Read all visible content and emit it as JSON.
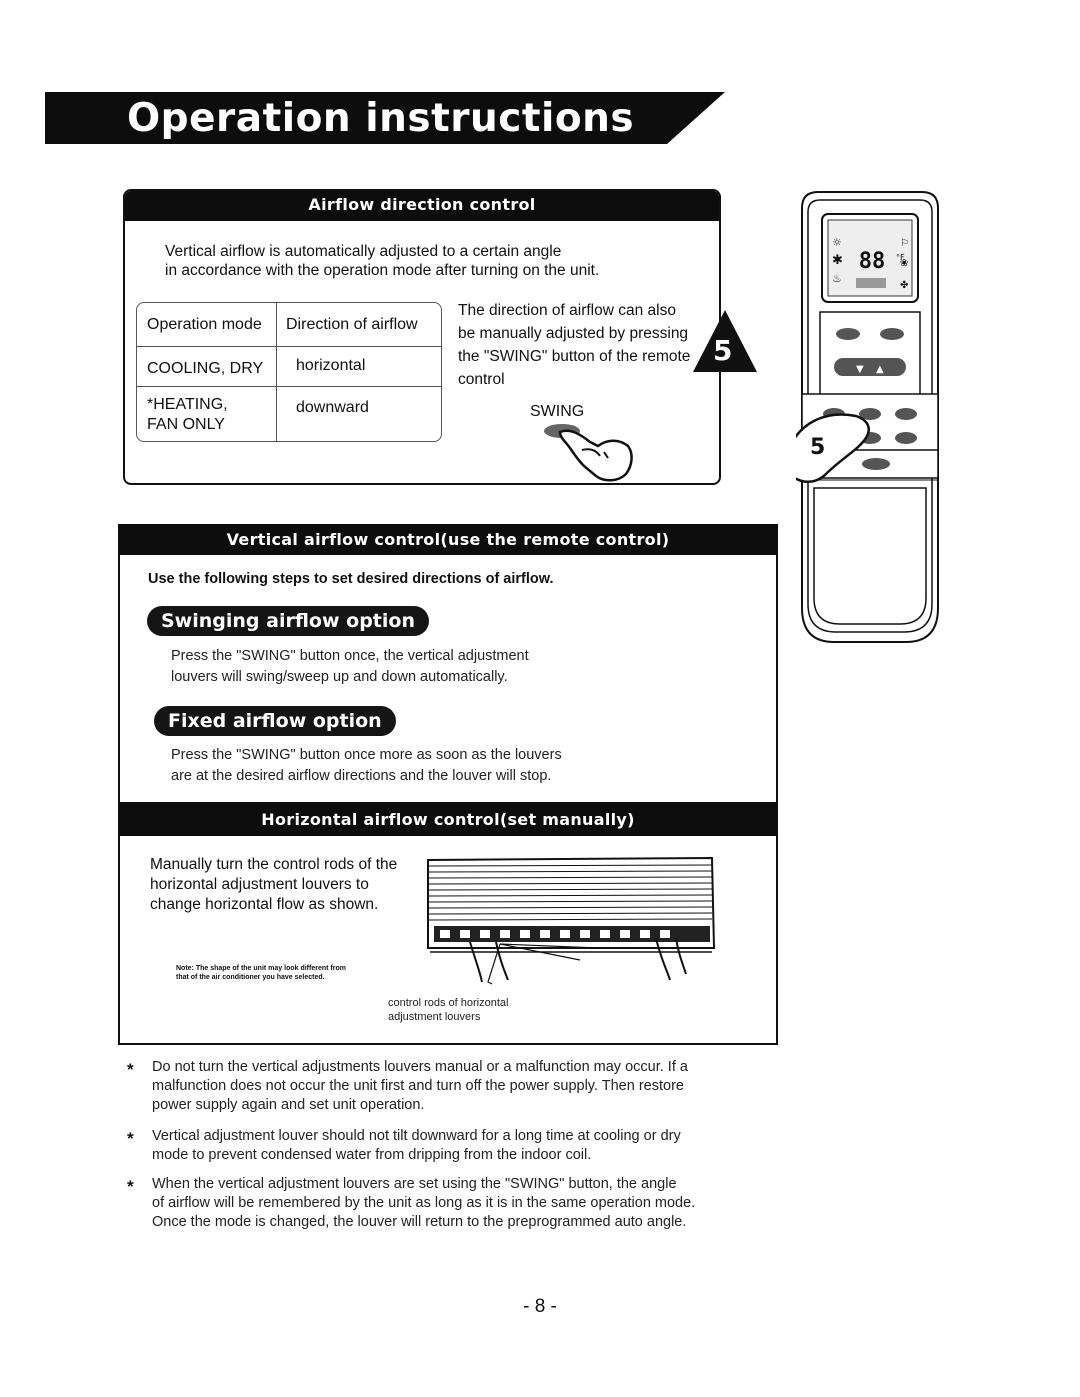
{
  "title": "Operation instructions",
  "airflow_direction": {
    "header": "Airflow direction control",
    "intro_line1": "Vertical airflow is automatically adjusted to a certain angle",
    "intro_line2": "in accordance with the operation mode after turning on the unit.",
    "table": {
      "col1_header": "Operation mode",
      "col2_header": "Direction of airflow",
      "rows": [
        {
          "mode": "COOLING, DRY",
          "direction": "horizontal"
        },
        {
          "mode_line1": "*HEATING,",
          "mode_line2": "FAN ONLY",
          "direction": "downward"
        }
      ]
    },
    "manual_note": "The direction of airflow can also be manually adjusted by pressing the \"SWING\" button of the remote control",
    "swing_label": "SWING",
    "step_number": "5"
  },
  "remote": {
    "display_digits": "88",
    "display_unit": "°F",
    "step_number": "5"
  },
  "vertical_control": {
    "header": "Vertical airflow control(use the remote control)",
    "intro": "Use the following steps to set desired directions of airflow.",
    "swinging_label": "Swinging airflow option",
    "swinging_line1": "Press the \"SWING\" button once, the vertical adjustment",
    "swinging_line2": "louvers will swing/sweep up and down automatically.",
    "fixed_label": "Fixed airflow option",
    "fixed_line1": "Press the \"SWING\" button once more as soon as the louvers",
    "fixed_line2": "are at the desired airflow directions and the louver will stop."
  },
  "horizontal_control": {
    "header": "Horizontal airflow control(set manually)",
    "text_line1": "Manually turn the control rods of the",
    "text_line2": "horizontal adjustment louvers to",
    "text_line3": "change horizontal flow as shown.",
    "note_line1": "Note: The shape of the unit may look different from",
    "note_line2": "that of the air conditioner you have selected.",
    "rods_line1": "control rods of horizontal",
    "rods_line2": "adjustment louvers"
  },
  "footnotes": [
    {
      "star": "*",
      "line1": "Do not turn the vertical adjustments louvers manual or a malfunction may occur. If a",
      "line2": "malfunction does not occur the unit first and turn off the power supply. Then restore",
      "line3": "power supply again and set unit operation."
    },
    {
      "star": "*",
      "line1": "Vertical adjustment louver should not tilt downward for a long time at cooling or dry",
      "line2": "mode to prevent condensed water from dripping from the indoor coil."
    },
    {
      "star": "*",
      "line1": "When the vertical adjustment louvers are set using the \"SWING\" button, the angle",
      "line2": "of airflow will be remembered by the unit as long as it is in the same operation mode.",
      "line3": "Once the mode is changed, the louver will return to the preprogrammed auto angle."
    }
  ],
  "page_number": "- 8 -"
}
